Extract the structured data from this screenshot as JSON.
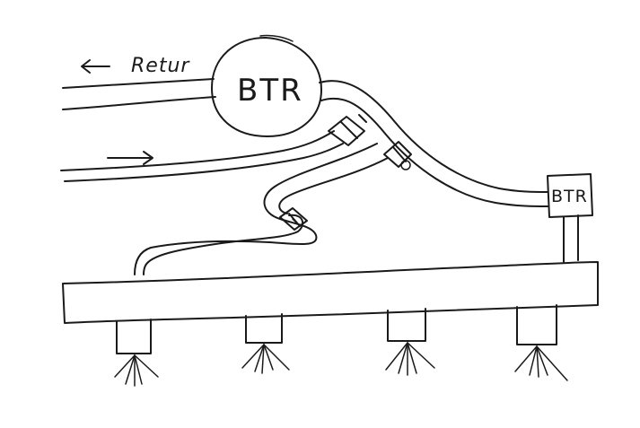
{
  "diagram": {
    "return_label": "Retur",
    "main_regulator_label": "BTR",
    "rail_regulator_label": "BTR",
    "colors": {
      "ink": "#1a1a1a",
      "paper": "#ffffff"
    },
    "icons": [
      "return-arrow-icon",
      "supply-arrow-icon",
      "check-valve-icon",
      "injector-icon"
    ]
  }
}
